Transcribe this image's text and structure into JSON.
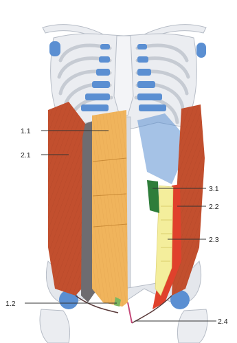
{
  "labels": {
    "l_1_1": "1.1",
    "l_2_1": "2.1",
    "l_3_1": "3.1",
    "l_2_2": "2.2",
    "l_2_3": "2.3",
    "l_1_2": "1.2",
    "l_2_4": "2.4"
  },
  "colors": {
    "bone": "#ebedf1",
    "bone_line": "#b6bcc6",
    "cartilage": "#5b8fd2",
    "oblique_muscle": "#c24f2e",
    "rectus": "#f0b45c",
    "transversus": "#6e6c70",
    "green": "#2e7d3a",
    "yellow": "#f4ee9c",
    "red": "#e0412c"
  }
}
